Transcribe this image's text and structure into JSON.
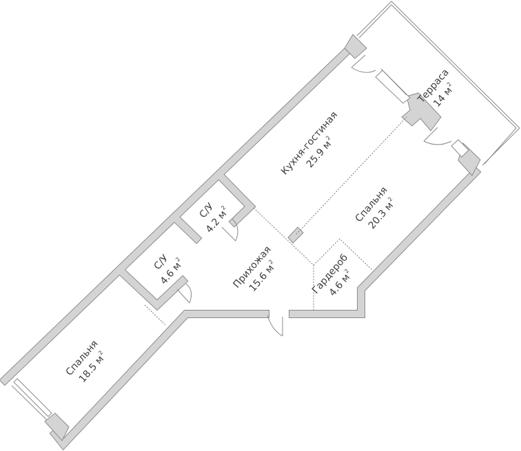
{
  "rooms": [
    {
      "name": "Кухня-гостиная",
      "area": "25.9 м",
      "unit_sup": "2"
    },
    {
      "name": "Спальня",
      "area": "20.3 м",
      "unit_sup": "2"
    },
    {
      "name": "С/У",
      "area": "4.2 м",
      "unit_sup": "2"
    },
    {
      "name": "С/У",
      "area": "4.6 м",
      "unit_sup": "2"
    },
    {
      "name": "Прихожая",
      "area": "15.6 м",
      "unit_sup": "2"
    },
    {
      "name": "Гардероб",
      "area": "4.6 м",
      "unit_sup": "2"
    },
    {
      "name": "Спальня",
      "area": "18.5 м",
      "unit_sup": "2"
    },
    {
      "name": "Терраса",
      "area": "14 м",
      "unit_sup": "2"
    }
  ],
  "colors": {
    "wall_fill": "#d4d4d4",
    "wall_outline": "#8a8a8a",
    "text": "#3d3d3d"
  }
}
